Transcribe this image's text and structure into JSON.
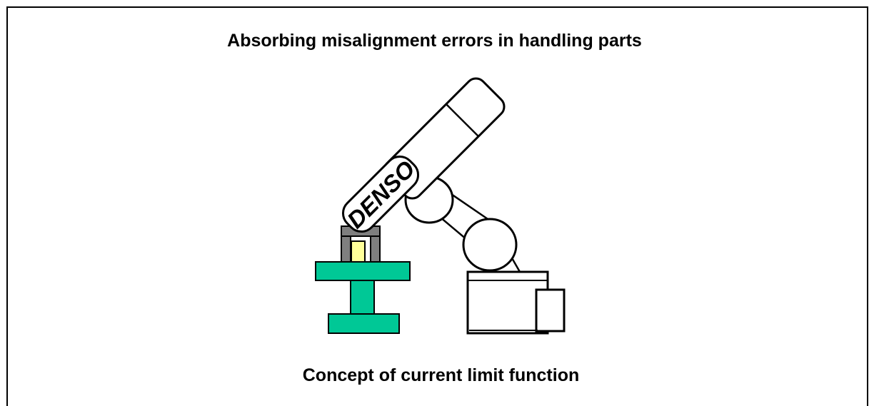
{
  "diagram": {
    "title": "Absorbing misalignment errors in handling parts",
    "caption": "Concept of current limit function",
    "logo_text": "DENSO",
    "colors": {
      "stand": "#00c896",
      "gripper": "#7f7f7f",
      "part": "#ffff99",
      "line": "#000000",
      "background": "#ffffff"
    }
  }
}
